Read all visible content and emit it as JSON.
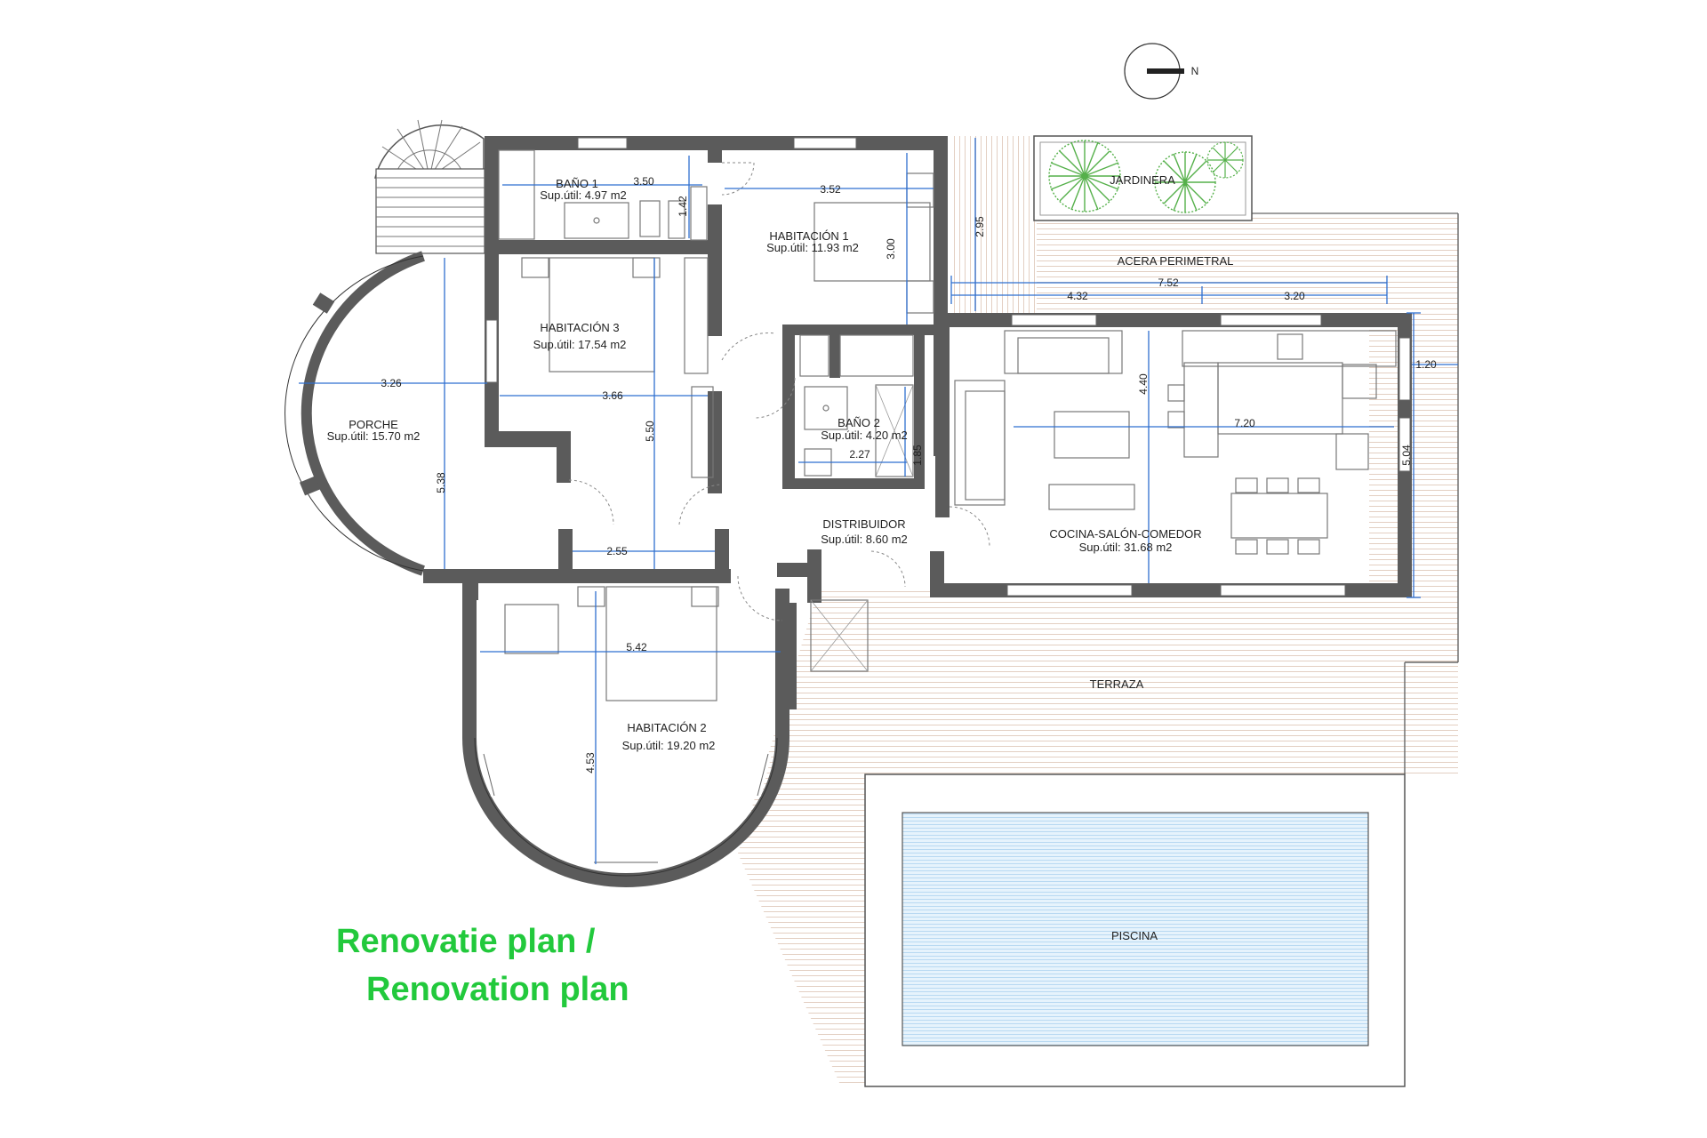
{
  "caption": {
    "line1": "Renovatie plan /",
    "line2": "Renovation plan"
  },
  "compass": {
    "north_label": "N"
  },
  "rooms": {
    "bano1": {
      "name": "BAÑO 1",
      "area": "Sup.útil: 4.97 m2"
    },
    "hab1": {
      "name": "HABITACIÓN 1",
      "area": "Sup.útil: 11.93 m2"
    },
    "hab3": {
      "name": "HABITACIÓN 3",
      "area": "Sup.útil: 17.54 m2"
    },
    "porche": {
      "name": "PORCHE",
      "area": "Sup.útil: 15.70 m2"
    },
    "bano2": {
      "name": "BAÑO 2",
      "area": "Sup.útil: 4.20 m2"
    },
    "distribuidor": {
      "name": "DISTRIBUIDOR",
      "area": "Sup.útil: 8.60 m2"
    },
    "cocina": {
      "name": "COCINA-SALÓN-COMEDOR",
      "area": "Sup.útil: 31.68 m2"
    },
    "hab2": {
      "name": "HABITACIÓN 2",
      "area": "Sup.útil: 19.20 m2"
    },
    "jardinera": {
      "name": "JARDINERA"
    },
    "acera": {
      "name": "ACERA PERIMETRAL"
    },
    "terraza": {
      "name": "TERRAZA"
    },
    "piscina": {
      "name": "PISCINA"
    }
  },
  "dims": {
    "d350": "3.50",
    "d142": "1.42",
    "d352": "3.52",
    "d300": "3.00",
    "d295": "2.95",
    "d752": "7.52",
    "d432": "4.32",
    "d320": "3.20",
    "d120": "1.20",
    "d504": "5.04",
    "d440": "4.40",
    "d720": "7.20",
    "d326": "3.26",
    "d366": "3.66",
    "d550": "5.50",
    "d538": "5.38",
    "d255": "2.55",
    "d227": "2.27",
    "d185": "1.85",
    "d542": "5.42",
    "d453": "4.53"
  },
  "colors": {
    "wall": "#5b5b5b",
    "dimension": "#2f6fd0",
    "caption": "#22c93c",
    "pool": "#dff0fb"
  }
}
